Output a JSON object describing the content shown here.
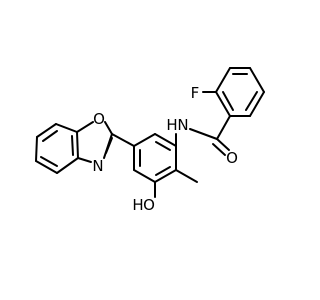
{
  "molecule": {
    "atoms": {
      "F": {
        "symbol": "F",
        "color": "#000000"
      },
      "N_amide": {
        "symbol": "N",
        "color": "#000000"
      },
      "H_amide": {
        "symbol": "H",
        "color": "#000000"
      },
      "O_carbonyl": {
        "symbol": "O",
        "color": "#000000"
      },
      "O_oxazole": {
        "symbol": "O",
        "color": "#000000"
      },
      "N_oxazole": {
        "symbol": "N",
        "color": "#000000"
      },
      "O_hydroxyl": {
        "symbol": "O",
        "color": "#000000"
      },
      "H_hydroxyl": {
        "symbol": "H",
        "color": "#000000"
      }
    },
    "bond_color": "#000000",
    "background": "#ffffff"
  }
}
